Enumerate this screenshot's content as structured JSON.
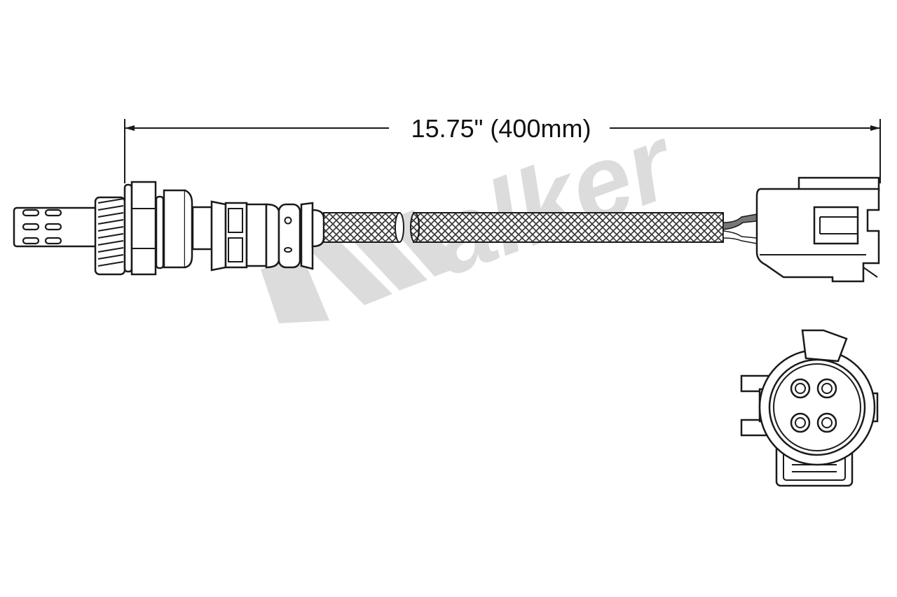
{
  "dimension": {
    "label": "15.75\" (400mm)"
  },
  "watermark": {
    "brand": "Walker",
    "color": "#dcdcdc"
  },
  "colors": {
    "line": "#1a1a1a",
    "wire_dark": "#777777"
  },
  "connector": {
    "pin_count": 4
  }
}
